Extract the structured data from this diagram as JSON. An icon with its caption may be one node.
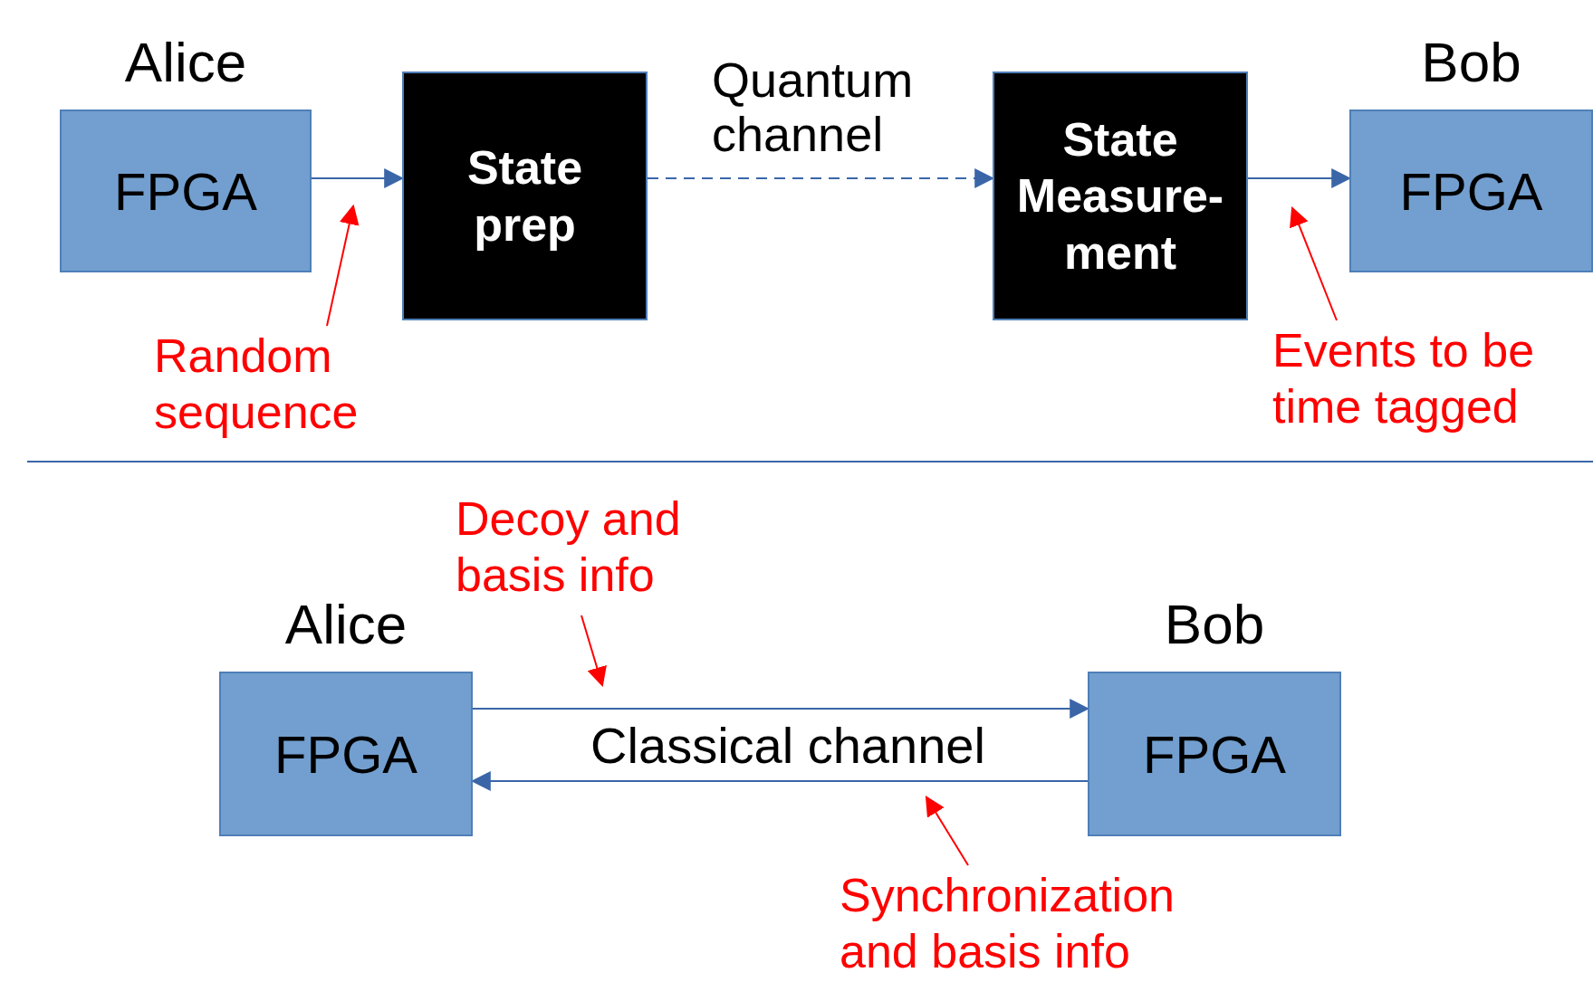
{
  "diagram": {
    "nodes": [
      {
        "text": [
          "Alice",
          "FPGA"
        ]
      },
      {
        "text": [
          "State prep"
        ]
      },
      {
        "text": [
          "State Measure- ment"
        ]
      },
      {
        "text": [
          "Bob",
          "FPGA"
        ]
      },
      {
        "text": [
          "Random sequence"
        ]
      },
      {
        "text": [
          "Events to be time tagged"
        ]
      },
      {
        "text": [
          "Alice",
          "FPGA"
        ]
      },
      {
        "text": [
          "Bob",
          "FPGA"
        ]
      },
      {
        "text": [
          "Decoy and basis info"
        ]
      },
      {
        "text": [
          "Synchronization and basis info"
        ]
      }
    ],
    "edges": [
      {
        "from": 0,
        "to": 1,
        "arrow": "to"
      },
      {
        "from": 1,
        "to": 2,
        "arrow": "to",
        "label": "Quantum channel",
        "style": "dashed"
      },
      {
        "from": 2,
        "to": 3,
        "arrow": "to"
      },
      {
        "from": 4,
        "to": null,
        "arrow": "to",
        "color": "#ff0000"
      },
      {
        "from": 5,
        "to": null,
        "arrow": "to",
        "color": "#ff0000"
      },
      {
        "from": 6,
        "to": 7,
        "arrow": "to"
      },
      {
        "from": 7,
        "to": 6,
        "arrow": "to"
      },
      {
        "from": 8,
        "to": null,
        "arrow": "to",
        "color": "#ff0000"
      },
      {
        "from": 9,
        "to": null,
        "arrow": "to",
        "color": "#ff0000"
      }
    ],
    "labels": [
      "Classical channel"
    ]
  }
}
